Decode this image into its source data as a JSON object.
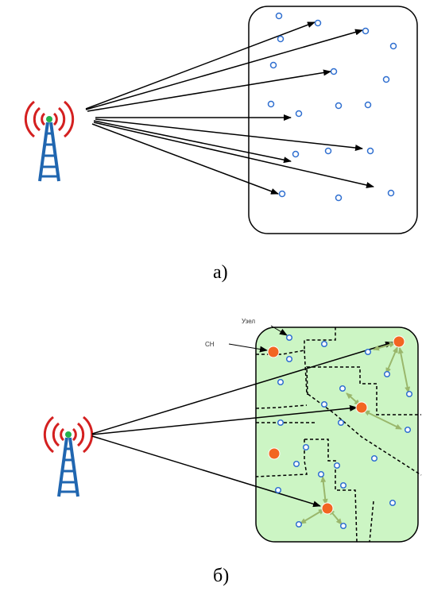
{
  "figure_a": {
    "caption": "а)"
  },
  "figure_b": {
    "caption": "б)",
    "label_node": "Узел",
    "label_ch": "CH"
  },
  "colors": {
    "node_stroke": "#2f6fd0",
    "cluster_head": "#f26522",
    "field_fill": "#ccf5c4",
    "intra_arrow": "#9ab76c",
    "tower": "#2066b0",
    "signal": "#d42020",
    "tower_top": "#22b14c"
  }
}
